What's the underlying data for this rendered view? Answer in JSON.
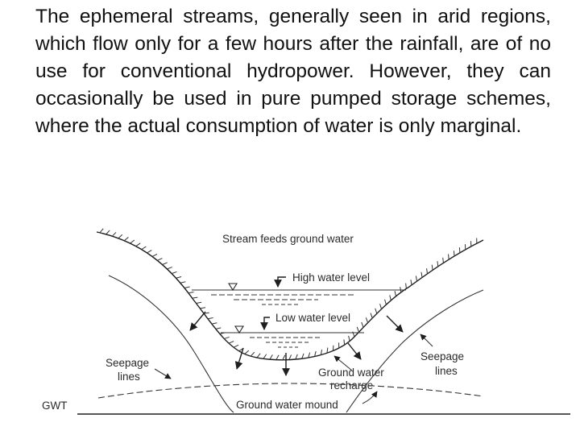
{
  "paragraph": "The ephemeral streams, generally seen in arid regions, which flow only for a few hours after the rainfall, are of no use for conventional hydropower. However, they can occasionally be used in pure pumped storage schemes, where the actual consumption of water is only marginal.",
  "diagram": {
    "labels": {
      "stream_feeds": "Stream feeds ground water",
      "high_water": "High water level",
      "low_water": "Low water level",
      "seepage_left_1": "Seepage",
      "seepage_left_2": "lines",
      "seepage_right_1": "Seepage",
      "seepage_right_2": "lines",
      "recharge_1": "Ground water",
      "recharge_2": "recharge",
      "gwt": "GWT",
      "mound": "Ground water mound"
    }
  }
}
